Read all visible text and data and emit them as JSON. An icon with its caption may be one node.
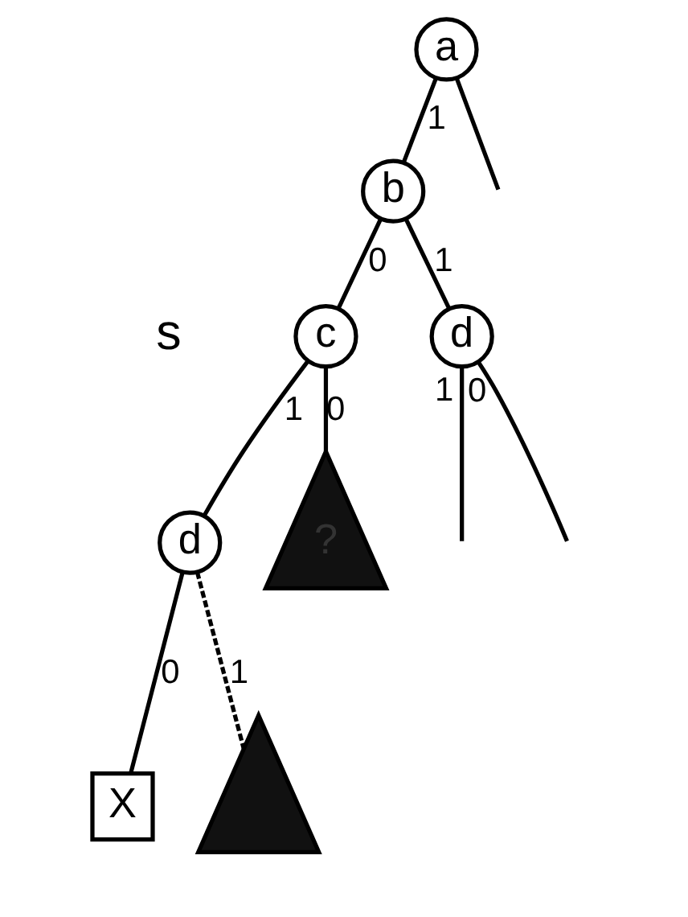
{
  "diagram": {
    "nodes": [
      {
        "text": [
          "a"
        ]
      },
      {
        "text": [
          "b"
        ]
      },
      {
        "text": [
          "c"
        ]
      },
      {
        "text": [
          "d"
        ]
      },
      {
        "text": [
          "d"
        ]
      },
      {
        "text": [
          "X"
        ]
      },
      {
        "text": [],
        "shape": "triangle"
      },
      {
        "text": [
          "?"
        ]
      }
    ],
    "edges": [
      {
        "from": 0,
        "to": 1,
        "label": "1",
        "arrow": "none"
      },
      {
        "from": 0,
        "to": null,
        "arrow": "none"
      },
      {
        "from": 1,
        "to": 2,
        "label": "0",
        "arrow": "none"
      },
      {
        "from": 1,
        "to": 3,
        "label": "1",
        "arrow": "none"
      },
      {
        "from": 2,
        "to": 4,
        "label": "1",
        "arrow": "none"
      },
      {
        "from": 2,
        "to": 7,
        "label": "0",
        "arrow": "none"
      },
      {
        "from": 4,
        "to": 5,
        "label": "0",
        "arrow": "none"
      },
      {
        "from": 4,
        "to": 6,
        "label": "1",
        "arrow": "none",
        "style": "dashed"
      },
      {
        "from": 3,
        "to": null,
        "label": "1",
        "arrow": "none"
      },
      {
        "from": 3,
        "to": null,
        "label": "0",
        "arrow": "none"
      }
    ],
    "labels": [
      "s"
    ]
  }
}
